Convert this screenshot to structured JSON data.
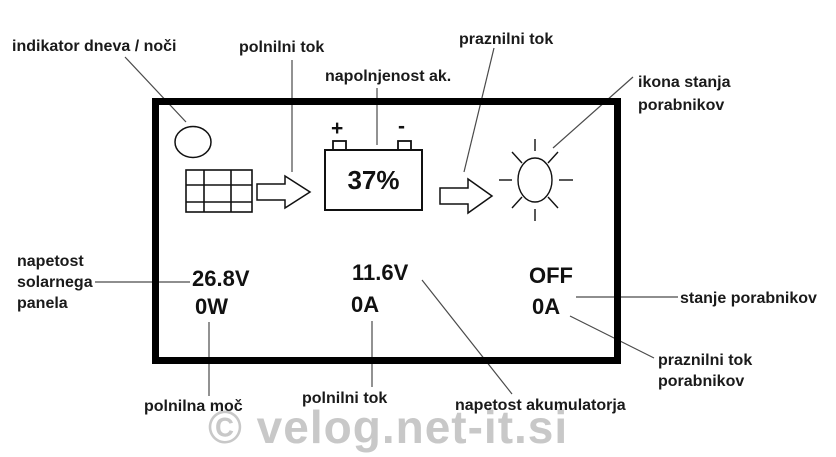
{
  "watermark": "© velog.net-it.si",
  "panel": {
    "solar_voltage": "26.8V",
    "charging_power": "0W",
    "battery_voltage": "11.6V",
    "charging_current": "0A",
    "load_state": "OFF",
    "load_current": "0A",
    "battery": {
      "charge_percent": "37%",
      "plus_terminal": "+",
      "minus_terminal": "-"
    }
  },
  "labels": {
    "day_night_indicator": "indikator dneva / noči",
    "charging_current_top": "polnilni tok",
    "battery_charge": "napolnjenost ak.",
    "discharge_current": "praznilni tok",
    "load_status_icon": "ikona stanja\nporabnikov",
    "solar_panel_voltage": "napetost\nsolarnega\npanela",
    "charging_power": "polnilna moč",
    "charging_current_bottom": "polnilni tok",
    "battery_voltage": "napetost akumulatorja",
    "load_state": "stanje porabnikov",
    "load_discharge_current": "praznilni tok\nporabnikov"
  },
  "colors": {
    "ink": "#111111",
    "leader_line": "#4a4a4a",
    "watermark": "#c8c8c8",
    "panel_border": "#000000"
  },
  "icons": {
    "day_night": "day-night-circle",
    "solar_panel": "solar-panel-grid",
    "charge_flow": "arrow-right",
    "discharge_flow": "arrow-right",
    "load_status": "sun"
  }
}
